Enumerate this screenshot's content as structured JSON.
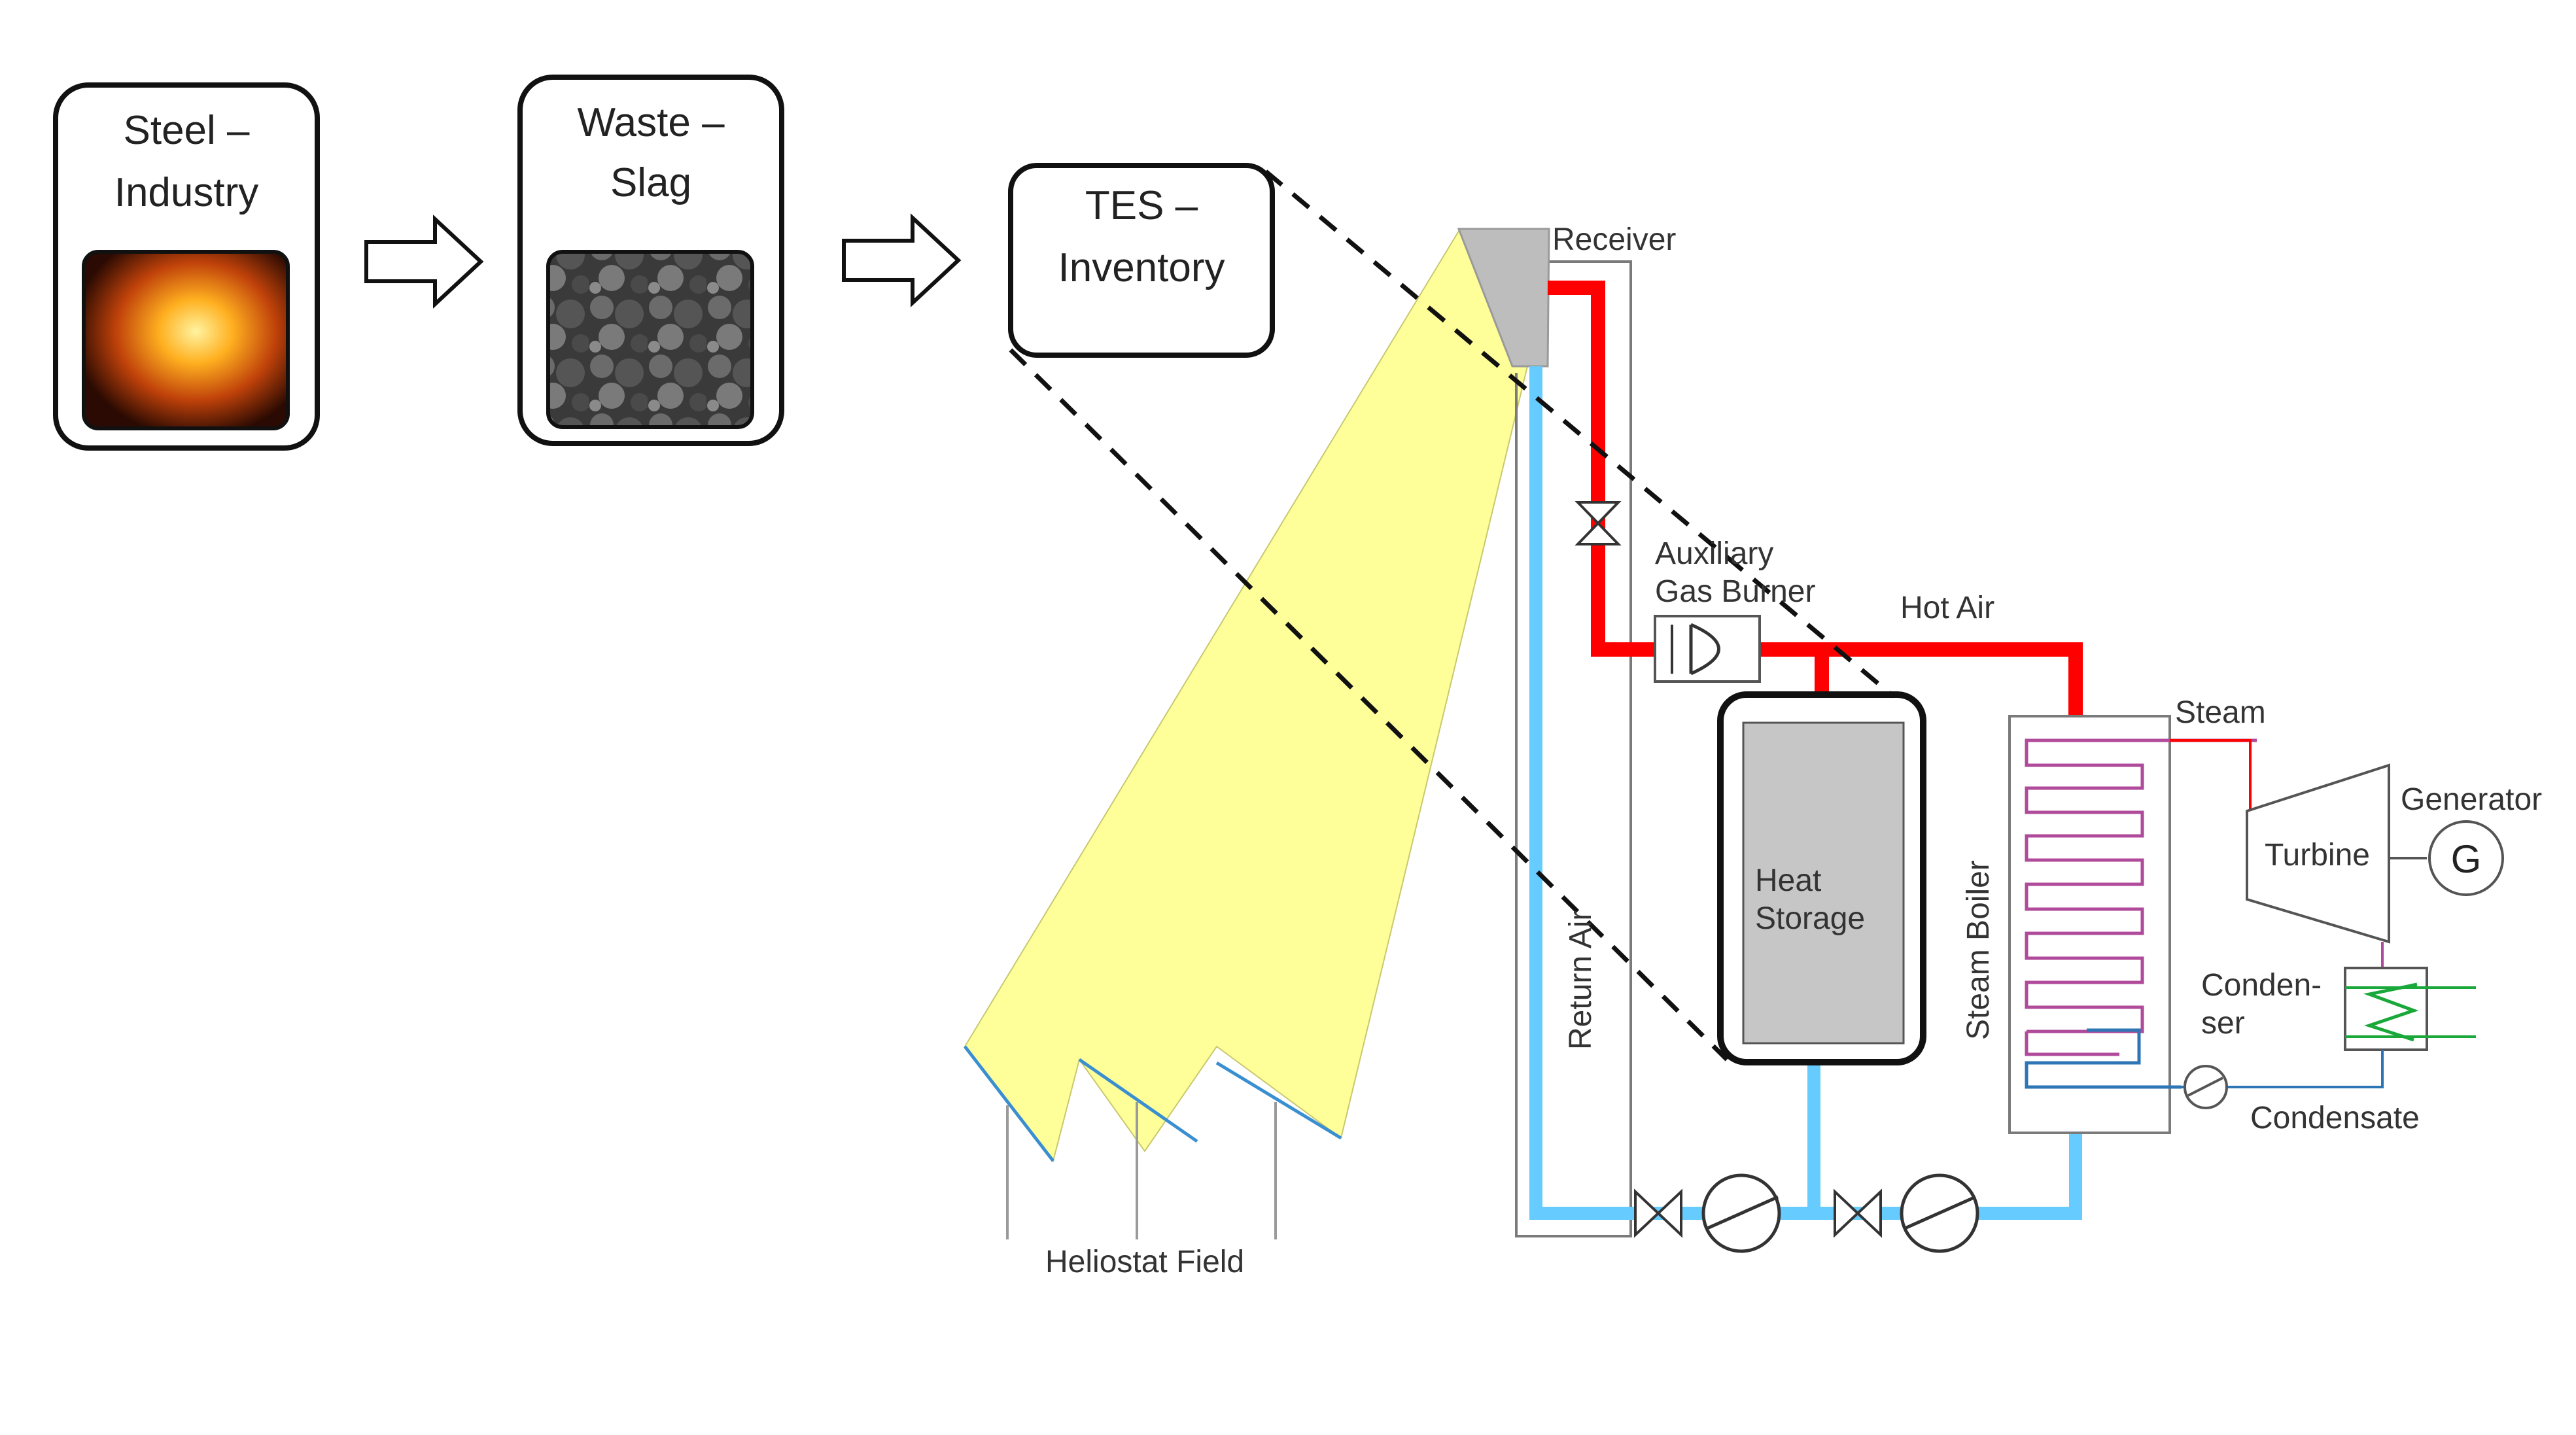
{
  "chain": {
    "steel": {
      "line1": "Steel –",
      "line2": "Industry"
    },
    "slag": {
      "line1": "Waste –",
      "line2": "Slag"
    },
    "tes": {
      "line1": "TES –",
      "line2": "Inventory"
    }
  },
  "labels": {
    "receiver": "Receiver",
    "aux_line1": "Auxiliary",
    "aux_line2": "Gas Burner",
    "hot_air": "Hot Air",
    "steam": "Steam",
    "generator": "Generator",
    "generator_symbol": "G",
    "turbine": "Turbine",
    "condenser_line1": "Conden-",
    "condenser_line2": "ser",
    "condensate": "Condensate",
    "heat_storage_line1": "Heat",
    "heat_storage_line2": "Storage",
    "steam_boiler": "Steam Boiler",
    "return_air": "Return Air",
    "heliostat_field": "Heliostat Field"
  },
  "colors": {
    "hot_air": "#ff0000",
    "return_air": "#66ccff",
    "steam_coil": "#b04a9a",
    "water_coil": "#2e75b6",
    "condenser_coil": "#1aa83a",
    "heliostat_beam": "#ffff99",
    "heat_storage_fill": "#c6c6c6",
    "receiver_fill": "#bdbdbd"
  },
  "icons": [
    "furnace-photo",
    "slag-photo",
    "arrow-right-icon",
    "valve-icon",
    "pump-icon",
    "burner-icon",
    "generator-icon",
    "turbine-icon",
    "heat-exchanger-icon"
  ]
}
